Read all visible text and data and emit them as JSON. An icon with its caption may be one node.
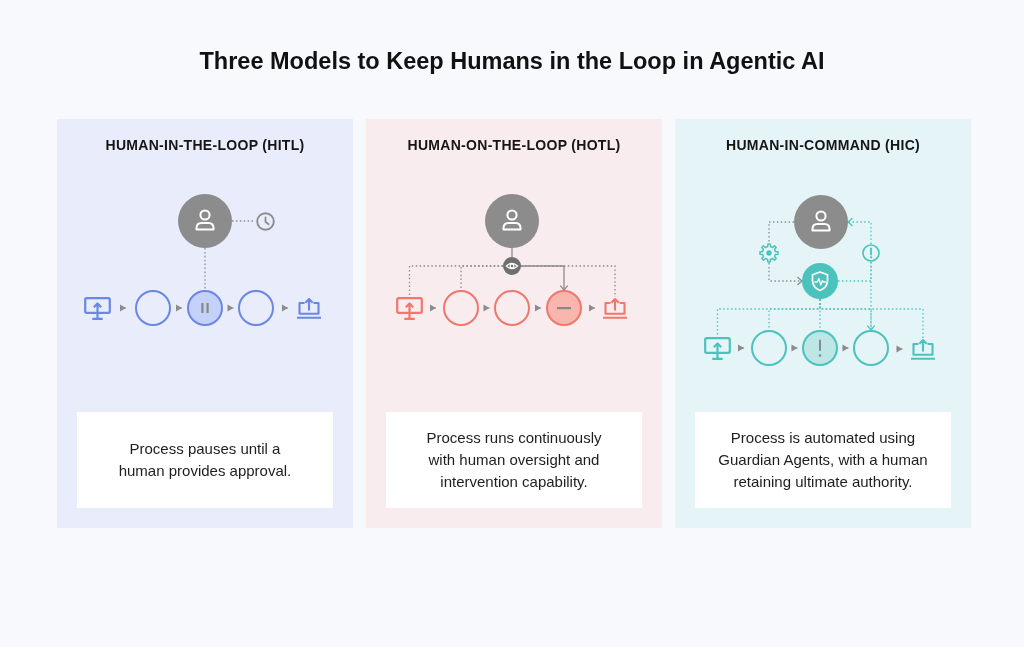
{
  "diagram": {
    "title": "Three Models to Keep Humans in the Loop in Agentic AI",
    "nodes": [
      {
        "text": [
          "HUMAN-IN-THE-LOOP (HITL)"
        ]
      },
      {
        "text": [],
        "shape": "person",
        "in": 0
      },
      {
        "text": [],
        "shape": "clock",
        "in": 0
      },
      {
        "text": [],
        "shape": "monitor",
        "in": 0
      },
      {
        "text": [],
        "shape": "circle",
        "in": 0
      },
      {
        "text": [],
        "shape": "pause",
        "in": 0
      },
      {
        "text": [],
        "shape": "circle",
        "in": 0
      },
      {
        "text": [],
        "shape": "laptop",
        "in": 0
      },
      {
        "text": [
          "Process pauses until a human provides approval."
        ],
        "in": 0
      },
      {
        "text": [
          "HUMAN-ON-THE-LOOP (HOTL)"
        ]
      },
      {
        "text": [],
        "shape": "person",
        "in": 9
      },
      {
        "text": [],
        "shape": "eye",
        "in": 9
      },
      {
        "text": [],
        "shape": "monitor",
        "in": 9
      },
      {
        "text": [],
        "shape": "circle",
        "in": 9
      },
      {
        "text": [],
        "shape": "circle",
        "in": 9
      },
      {
        "text": [],
        "shape": "minus",
        "in": 9
      },
      {
        "text": [],
        "shape": "laptop",
        "in": 9
      },
      {
        "text": [
          "Process runs continuously with human oversight and intervention capability."
        ],
        "in": 9
      },
      {
        "text": [
          "HUMAN-IN-COMMAND (HIC)"
        ]
      },
      {
        "text": [],
        "shape": "person",
        "in": 18
      },
      {
        "text": [],
        "shape": "gear",
        "in": 18
      },
      {
        "text": [],
        "shape": "alert",
        "in": 18
      },
      {
        "text": [],
        "shape": "shield",
        "in": 18
      },
      {
        "text": [],
        "shape": "monitor",
        "in": 18
      },
      {
        "text": [],
        "shape": "circle",
        "in": 18
      },
      {
        "text": [],
        "shape": "exclamation",
        "in": 18
      },
      {
        "text": [],
        "shape": "circle",
        "in": 18
      },
      {
        "text": [],
        "shape": "laptop",
        "in": 18
      },
      {
        "text": [
          "Process is automated using Guardian Agents, with a human retaining ultimate authority."
        ],
        "in": 18
      }
    ],
    "edges": [
      {
        "from": 3,
        "to": 4,
        "arrow": "to"
      },
      {
        "from": 4,
        "to": 5,
        "arrow": "to"
      },
      {
        "from": 5,
        "to": 6,
        "arrow": "to"
      },
      {
        "from": 6,
        "to": 7,
        "arrow": "to"
      },
      {
        "from": 1,
        "to": 2,
        "arrow": "none",
        "style": "dashed"
      },
      {
        "from": 1,
        "to": 5,
        "arrow": "none",
        "style": "dashed"
      },
      {
        "from": 12,
        "to": 13,
        "arrow": "to"
      },
      {
        "from": 13,
        "to": 14,
        "arrow": "to"
      },
      {
        "from": 14,
        "to": 15,
        "arrow": "to"
      },
      {
        "from": 15,
        "to": 16,
        "arrow": "to"
      },
      {
        "from": 10,
        "to": 11,
        "arrow": "none"
      },
      {
        "from": 11,
        "to": 12,
        "arrow": "none",
        "style": "dashed"
      },
      {
        "from": 11,
        "to": 13,
        "arrow": "none",
        "style": "dashed"
      },
      {
        "from": 11,
        "to": 16,
        "arrow": "none",
        "style": "dashed"
      },
      {
        "from": 11,
        "to": 15,
        "arrow": "to"
      },
      {
        "from": 23,
        "to": 24,
        "arrow": "to"
      },
      {
        "from": 24,
        "to": 25,
        "arrow": "to"
      },
      {
        "from": 25,
        "to": 26,
        "arrow": "to"
      },
      {
        "from": 26,
        "to": 27,
        "arrow": "to"
      },
      {
        "from": 19,
        "to": 20,
        "arrow": "none",
        "style": "dashed"
      },
      {
        "from": 20,
        "to": 22,
        "arrow": "to",
        "style": "dashed"
      },
      {
        "from": 22,
        "to": 21,
        "arrow": "none",
        "style": "dashed",
        "color": "#4fc3bf"
      },
      {
        "from": 21,
        "to": 19,
        "arrow": "to",
        "style": "dashed",
        "color": "#4fc3bf"
      },
      {
        "from": 21,
        "to": 26,
        "arrow": "to",
        "style": "dashed",
        "color": "#4fc3bf"
      },
      {
        "from": 22,
        "to": 23,
        "arrow": "none",
        "style": "dashed",
        "color": "#4fc3bf"
      },
      {
        "from": 22,
        "to": 24,
        "arrow": "none",
        "style": "dashed",
        "color": "#4fc3bf"
      },
      {
        "from": 22,
        "to": 25,
        "arrow": "none",
        "style": "dashed",
        "color": "#4fc3bf"
      },
      {
        "from": 22,
        "to": 26,
        "arrow": "none",
        "style": "dashed",
        "color": "#4fc3bf"
      },
      {
        "from": 22,
        "to": 27,
        "arrow": "none",
        "style": "dashed",
        "color": "#4fc3bf"
      }
    ]
  }
}
